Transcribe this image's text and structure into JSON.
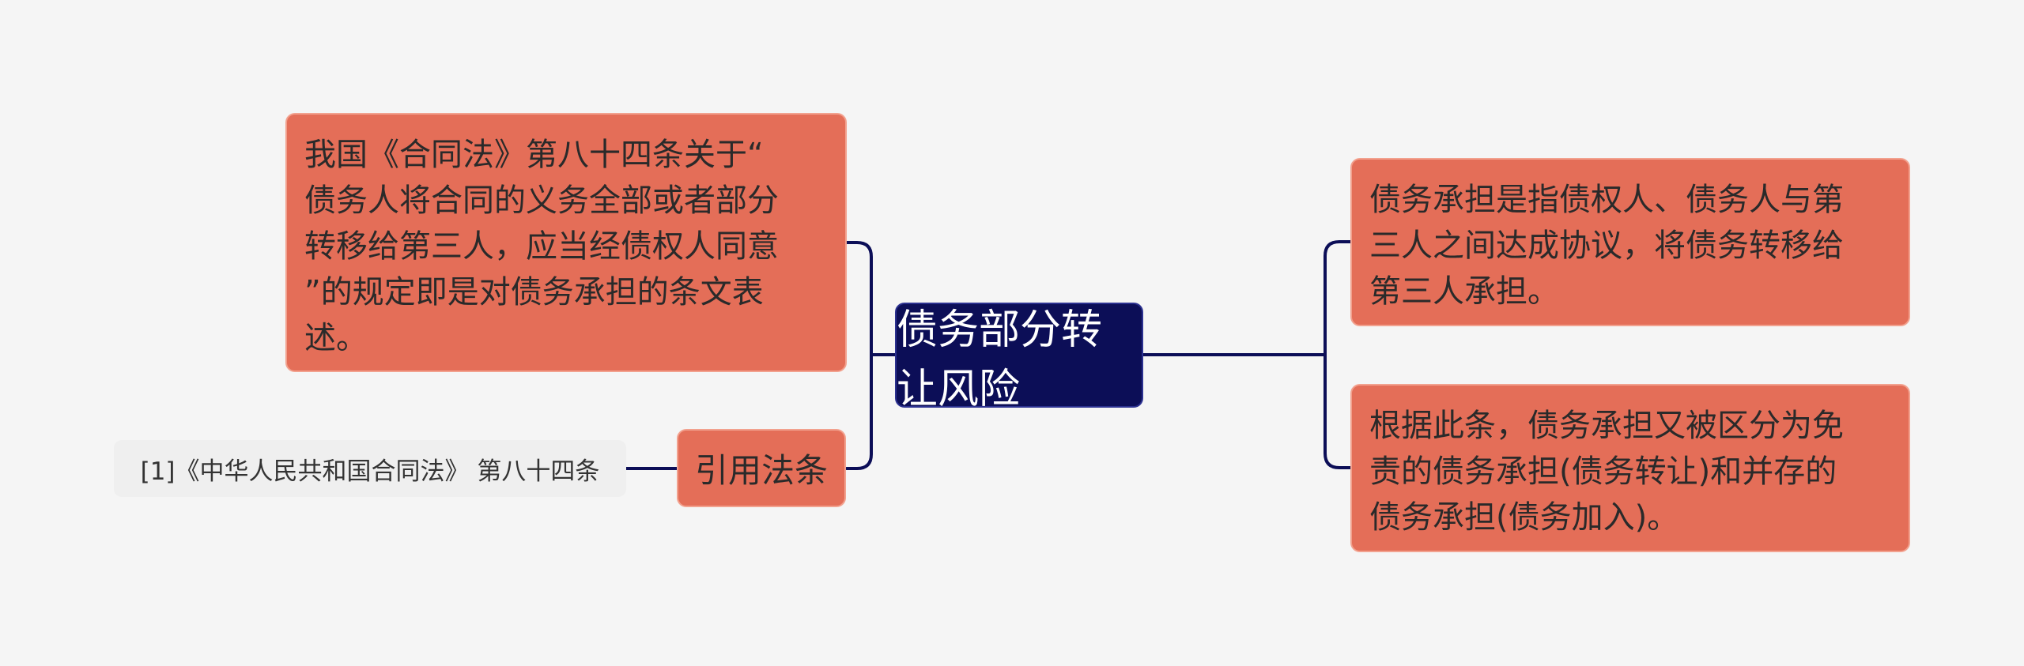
{
  "root": {
    "label": "债务部分转让风险"
  },
  "left": {
    "definition": {
      "lines": [
        "我国《合同法》第八十四条关于“",
        "债务人将合同的义务全部或者部分",
        "转移给第三人，应当经债权人同意",
        "”的规定即是对债务承担的条文表",
        "述。"
      ]
    },
    "citation": {
      "label": "引用法条",
      "reference": "[1]《中华人民共和国合同法》 第八十四条"
    }
  },
  "right": {
    "definition": {
      "lines": [
        "债务承担是指债权人、债务人与第",
        "三人之间达成协议，将债务转移给",
        "第三人承担。"
      ]
    },
    "classification": {
      "lines": [
        "根据此条，债务承担又被区分为免",
        "责的债务承担(债务转让)和并存的",
        "债务承担(债务加入)。"
      ]
    }
  },
  "colors": {
    "background": "#f5f5f5",
    "root": "#0c0e57",
    "topic": "#e46e58",
    "connector": "#0c0e57",
    "reference_bg": "#efefef"
  }
}
